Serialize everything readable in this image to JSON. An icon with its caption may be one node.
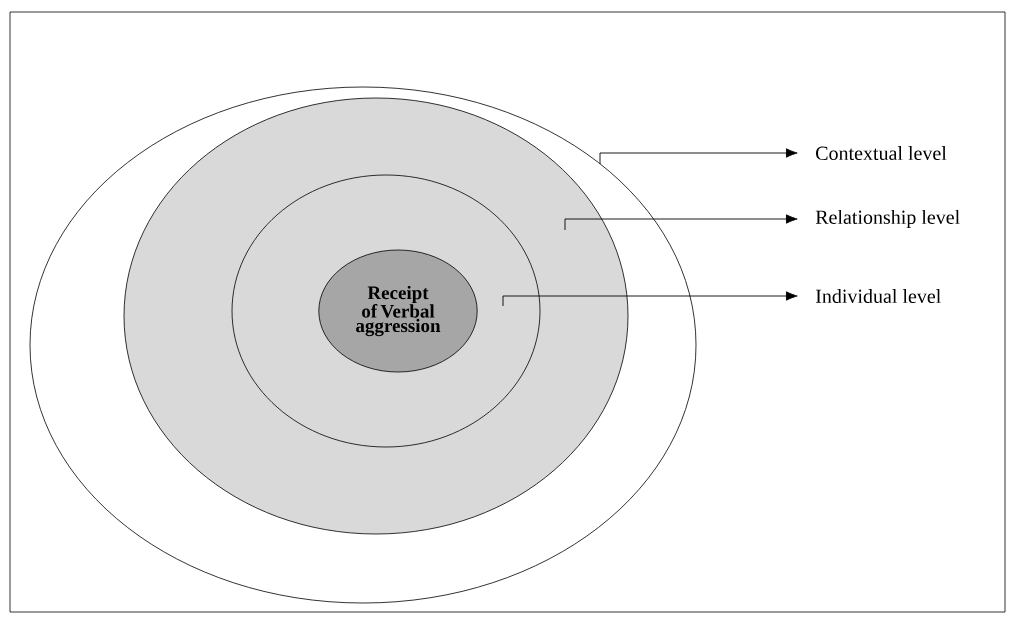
{
  "diagram": {
    "nodes": [
      {
        "text": [],
        "shape": "circle"
      },
      {
        "text": [],
        "shape": "circle",
        "in": 0
      },
      {
        "text": [],
        "shape": "circle",
        "in": 1
      },
      {
        "text": [
          "Receipt of Verbal aggression"
        ],
        "in": 2
      },
      {
        "text": [
          "Contextual level"
        ]
      },
      {
        "text": [
          "Relationship level"
        ]
      },
      {
        "text": [
          "Individual level"
        ]
      }
    ],
    "edges": [
      {
        "from": 0,
        "to": 4,
        "arrow": "to"
      },
      {
        "from": 1,
        "to": 5,
        "arrow": "to"
      },
      {
        "from": 2,
        "to": 6,
        "arrow": "to"
      }
    ]
  }
}
